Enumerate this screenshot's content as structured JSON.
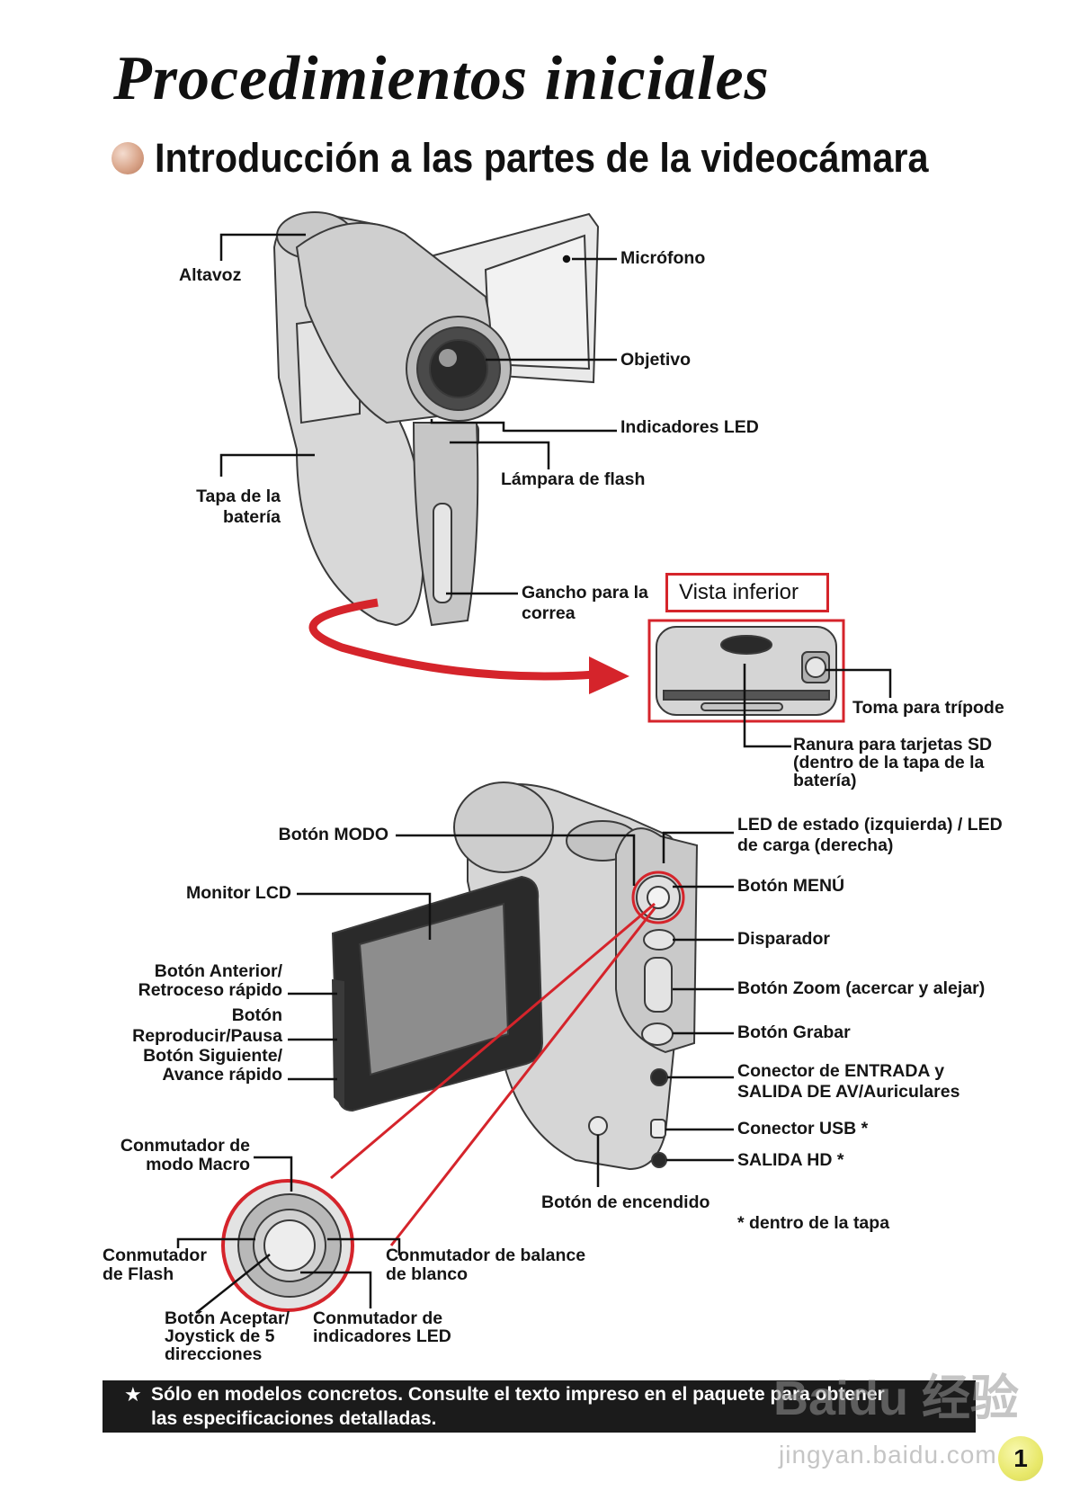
{
  "title": "Procedimientos iniciales",
  "subtitle": "Introducción a las partes de la videocámara",
  "bottom_view_label": "Vista inferior",
  "labels": {
    "altavoz": "Altavoz",
    "microfono": "Micrófono",
    "objetivo": "Objetivo",
    "indicadores_led": "Indicadores LED",
    "lampara_flash": "Lámpara de flash",
    "tapa_bateria_1": "Tapa de la",
    "tapa_bateria_2": "batería",
    "gancho_1": "Gancho para la",
    "gancho_2": "correa",
    "toma_tripode": "Toma para trípode",
    "ranura_1": "Ranura para tarjetas SD",
    "ranura_2": "(dentro de la tapa de la",
    "ranura_3": "batería)",
    "boton_modo": "Botón MODO",
    "led_estado_1": "LED de estado (izquierda) / LED",
    "led_estado_2": "de carga (derecha)",
    "monitor_lcd": "Monitor LCD",
    "boton_menu": "Botón MENÚ",
    "disparador": "Disparador",
    "anterior_1": "Botón Anterior/",
    "anterior_2": "Retroceso rápido",
    "zoom": "Botón Zoom (acercar y alejar)",
    "reproducir_1": "Botón",
    "reproducir_2": "Reproducir/Pausa",
    "grabar": "Botón Grabar",
    "siguiente_1": "Botón Siguiente/",
    "siguiente_2": "Avance rápido",
    "av_1": "Conector de ENTRADA y",
    "av_2": "SALIDA DE AV/Auriculares",
    "usb": "Conector USB *",
    "macro_1": "Conmutador de",
    "macro_2": "modo Macro",
    "hd": "SALIDA HD *",
    "encendido": "Botón de encendido",
    "dentro_tapa": "* dentro de la tapa",
    "flash_1": "Conmutador",
    "flash_2": "de Flash",
    "balance_1": "Conmutador de balance",
    "balance_2": "de blanco",
    "aceptar_1": "Botón Aceptar/",
    "aceptar_2": "Joystick de 5",
    "aceptar_3": "direcciones",
    "cind_1": "Conmutador de",
    "cind_2": "indicadores LED"
  },
  "footer": {
    "star": "★",
    "line1": "Sólo en modelos concretos. Consulte el texto impreso en el paquete para obtener",
    "line2": "las especificaciones detalladas."
  },
  "watermark": {
    "main": "Baidu 经验",
    "sub": "jingyan.baidu.com"
  },
  "page_number": "1",
  "colors": {
    "accent_red": "#d5242b",
    "line": "#111111",
    "body_gray": "#d9d9d9",
    "footer_bg": "#1b1b1b"
  }
}
